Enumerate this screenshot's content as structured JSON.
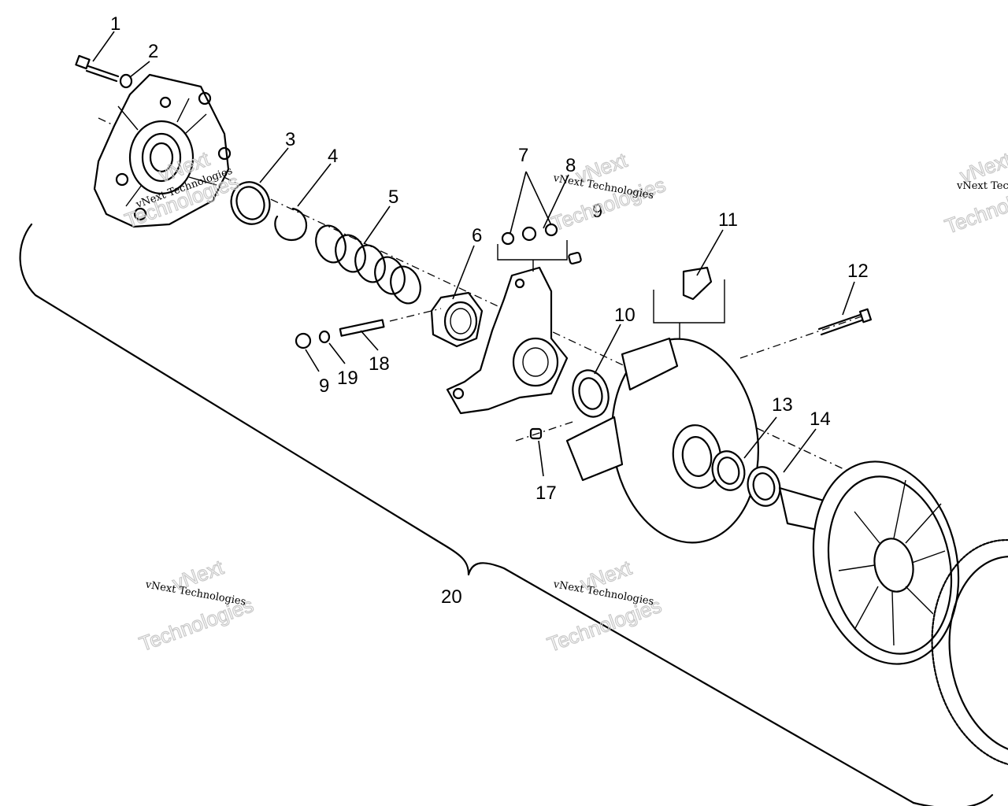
{
  "diagram": {
    "title": "Drive clutch exploded view",
    "callouts": {
      "c1": "1",
      "c2": "2",
      "c3": "3",
      "c4": "4",
      "c5": "5",
      "c6": "6",
      "c7": "7",
      "c8": "8",
      "c9a": "9",
      "c9b": "9",
      "c10": "10",
      "c11": "11",
      "c12": "12",
      "c13": "13",
      "c14": "14",
      "c17": "17",
      "c18": "18",
      "c19": "19",
      "c20": "20"
    },
    "watermark": {
      "small": "vNext Technologies",
      "big_line1": "vNext",
      "big_line2": "Technologies"
    }
  }
}
